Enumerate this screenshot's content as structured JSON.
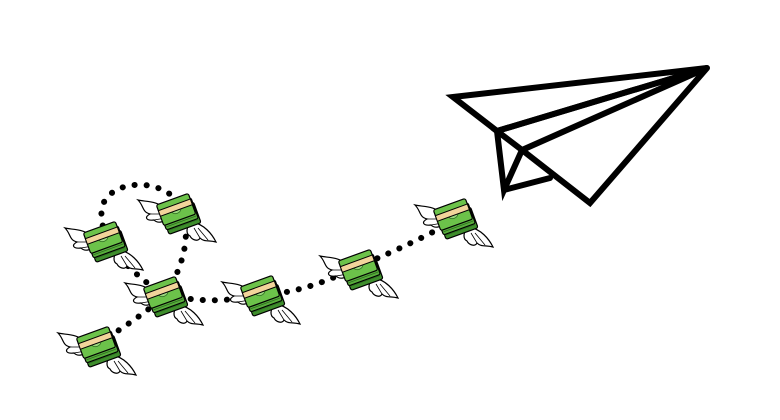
{
  "illustration": {
    "subject": "paper-plane-with-flying-money",
    "icons": [
      "paper-plane-icon",
      "flying-money-icon",
      "dotted-trail"
    ],
    "money_stack_count": 7,
    "colors": {
      "background": "#ffffff",
      "outline": "#000000",
      "bill_green": "#6cc24a",
      "bill_dark": "#3e8e2c",
      "band": "#f2d49b",
      "wing": "#ffffff"
    }
  }
}
